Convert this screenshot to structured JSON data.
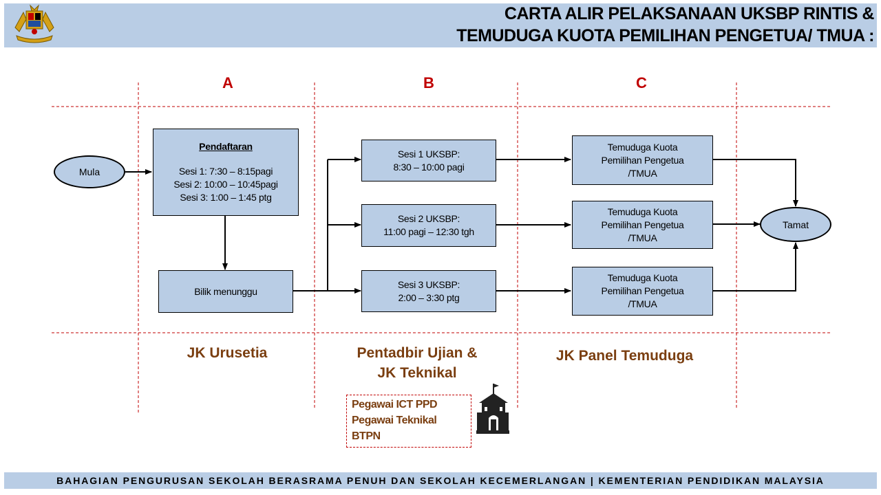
{
  "header": {
    "title_line1": "CARTA ALIR PELAKSANAAN UKSBP RINTIS &",
    "title_line2": "TEMUDUGA KUOTA PEMILIHAN PENGETUA/ TMUA :"
  },
  "columns": [
    "A",
    "B",
    "C"
  ],
  "nodes": {
    "start": "Mula",
    "end": "Tamat",
    "registration": {
      "heading": "Pendaftaran",
      "sessions": [
        "Sesi 1: 7:30 – 8:15pagi",
        "Sesi 2: 10:00 – 10:45pagi",
        "Sesi 3: 1:00 – 1:45 ptg"
      ]
    },
    "waiting_room": "Bilik menunggu",
    "uksbp_sessions": [
      {
        "line1": "Sesi 1 UKSBP:",
        "line2": "8:30 – 10:00 pagi"
      },
      {
        "line1": "Sesi 2 UKSBP:",
        "line2": "11:00 pagi – 12:30 tgh"
      },
      {
        "line1": "Sesi 3 UKSBP:",
        "line2": "2:00 – 3:30 ptg"
      }
    ],
    "interviews": [
      {
        "line1": "Temuduga Kuota",
        "line2": "Pemilihan Pengetua",
        "line3": "/TMUA"
      },
      {
        "line1": "Temuduga Kuota",
        "line2": "Pemilihan Pengetua",
        "line3": "/TMUA"
      },
      {
        "line1": "Temuduga Kuota",
        "line2": "Pemilihan Pengetua",
        "line3": "/TMUA"
      }
    ]
  },
  "roles": {
    "a": "JK Urusetia",
    "b_line1": "Pentadbir Ujian &",
    "b_line2": "JK Teknikal",
    "c": "JK Panel Temuduga"
  },
  "officers": [
    "Pegawai ICT PPD",
    "Pegawai Teknikal",
    "BTPN"
  ],
  "icons": {
    "crest": "malaysia-crest-icon",
    "school": "school-building-icon"
  },
  "colors": {
    "header_bg": "#b9cde5",
    "box_fill": "#b9cde5",
    "column_letter": "#c00000",
    "role_text": "#7a3e10",
    "guide_lines": "#c00000"
  },
  "footer": {
    "text": "BAHAGIAN PENGURUSAN SEKOLAH BERASRAMA PENUH DAN SEKOLAH KECEMERLANGAN | KEMENTERIAN PENDIDIKAN MALAYSIA"
  }
}
